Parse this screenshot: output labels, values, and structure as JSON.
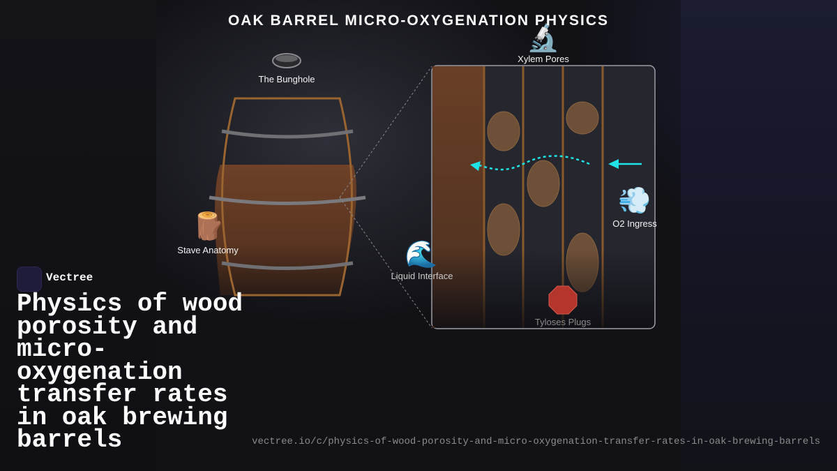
{
  "title": "OAK BARREL MICRO-OXYGENATION PHYSICS",
  "barrel": {
    "bunghole_label": "The Bunghole",
    "stave_label": "Stave Anatomy",
    "stave_icon": "wood-log-icon"
  },
  "detail": {
    "xylem_label": "Xylem Pores",
    "xylem_icon": "microscope-icon",
    "liquid_label": "Liquid Interface",
    "liquid_icon": "wave-icon",
    "o2_label": "O2 Ingress",
    "o2_icon": "dash-air-icon",
    "tyloses_label": "Tyloses Plugs",
    "tyloses_icon": "stop-sign-icon"
  },
  "colors": {
    "wood": "#8a5a2b",
    "wine": "#6e4128",
    "oxygen_flow": "#1fe3e6",
    "plug": "#b4352c"
  },
  "brand": {
    "name": "Vectree",
    "headline": "Physics of wood porosity and micro-oxygenation transfer rates in oak brewing barrels",
    "url": "vectree.io/c/physics-of-wood-porosity-and-micro-oxygenation-transfer-rates-in-oak-brewing-barrels"
  }
}
